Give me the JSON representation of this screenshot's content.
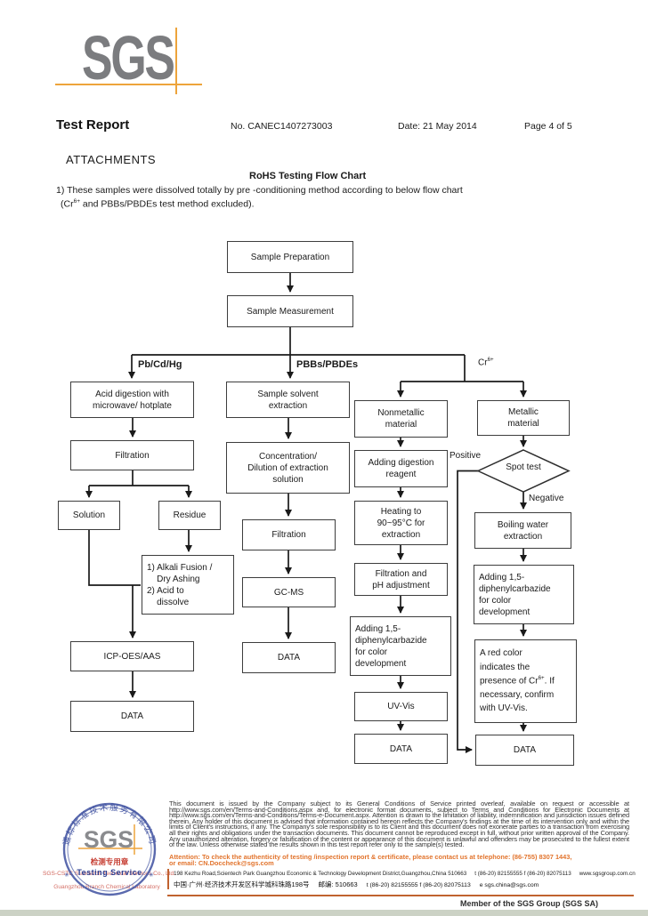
{
  "header": {
    "logo": "SGS",
    "title": "Test Report",
    "report_no": "No. CANEC1407273003",
    "date": "Date: 21 May 2014",
    "page": "Page 4 of 5"
  },
  "section": {
    "attachments": "ATTACHMENTS",
    "chart_title": "RoHS Testing Flow Chart",
    "note_line1": "1) These samples were dissolved totally by pre -conditioning method according to below flow chart",
    "note_line2_pre": "(Cr",
    "note_line2_sup": "6+",
    "note_line2_post": " and PBBs/PBDEs test method excluded)."
  },
  "flowchart": {
    "branch_left": "Pb/Cd/Hg",
    "branch_middle": "PBBs/PBDEs",
    "branch_right_pre": "Cr",
    "branch_right_sup": "6+",
    "positive": "Positive",
    "negative": "Negative",
    "nodes": {
      "sample_preparation": {
        "label": "Sample Preparation"
      },
      "sample_measurement": {
        "label": "Sample Measurement"
      },
      "acid_digestion": {
        "label": "Acid digestion with\nmicrowave/ hotplate"
      },
      "filtration_1": {
        "label": "Filtration"
      },
      "solution": {
        "label": "Solution"
      },
      "residue": {
        "label": "Residue"
      },
      "alkali_fusion": {
        "label": "1) Alkali Fusion /\n    Dry Ashing\n2) Acid to\n    dissolve"
      },
      "icp": {
        "label": "ICP-OES/AAS"
      },
      "data_icp": {
        "label": "DATA"
      },
      "solvent_extraction": {
        "label": "Sample solvent\nextraction"
      },
      "concentration": {
        "label": "Concentration/\nDilution of extraction\nsolution"
      },
      "filtration_2": {
        "label": "Filtration"
      },
      "gcms": {
        "label": "GC-MS"
      },
      "data_gcms": {
        "label": "DATA"
      },
      "nonmetallic": {
        "label": "Nonmetallic\nmaterial"
      },
      "metallic": {
        "label": "Metallic\nmaterial"
      },
      "adding_digestion": {
        "label": "Adding digestion\nreagent"
      },
      "spot_test": {
        "label": "Spot test"
      },
      "heating": {
        "label": "Heating to\n90~95°C for\nextraction"
      },
      "boiling_water": {
        "label": "Boiling water\nextraction"
      },
      "filtration_ph": {
        "label": "Filtration and\npH adjustment"
      },
      "carbazide_nonmetallic": {
        "label": "Adding 1,5-\ndiphenylcarbazide\nfor color\ndevelopment"
      },
      "carbazide_metallic": {
        "label": "Adding 1,5-\ndiphenylcarbazide\nfor color\ndevelopment"
      },
      "uv_vis": {
        "label": "UV-Vis"
      },
      "data_uvvis": {
        "label": "DATA"
      },
      "red_color": {
        "pre": "A red color\nindicates the\npresence of Cr",
        "sup": "6+",
        "post": ". If\nnecessary, confirm\nwith UV-Vis."
      },
      "data_metallic": {
        "label": "DATA"
      }
    }
  },
  "footer": {
    "legal": "This document is issued by the Company subject to its General Conditions of Service printed overleaf, available on request or accessible at http://www.sgs.com/en/Terms-and-Conditions.aspx and, for electronic format documents, subject to Terms and Conditions for Electronic Documents at http://www.sgs.com/en/Terms-and-Conditions/Terms-e-Document.aspx. Attention is drawn to the limitation of liability, indemnification and jurisdiction issues defined therein. Any holder of this document is advised that information contained hereon reflects the Company's findings at the time of its intervention only and within the limits of Client's instructions, if any. The Company's sole responsibility is to its Client and this document does not exonerate parties to a transaction from exercising all their rights and obligations under the transaction documents. This document cannot be reproduced except in full, without prior written approval of the Company. Any unauthorized alteration, forgery or falsification of the content or appearance of this document is unlawful and offenders may be prosecuted to the fullest extent of the law. Unless otherwise stated the results shown in this test report refer only to the sample(s) tested.",
    "attention_line1": "Attention: To check the authenticity of testing /inspection report & certificate, please contact us at telephone: (86-755) 8307 1443,",
    "attention_line2": "or email: CN.Doccheck@sgs.com",
    "address_en": "198 Kezhu Road,Scientech Park Guangzhou Economic & Technology Development District,Guangzhou,China 510663",
    "contact_en": "t (86-20) 82155555   f (86-20) 82075113",
    "web": "www.sgsgroup.com.cn",
    "address_cn": "中国·广州·经济技术开发区科学城科珠路198号",
    "postcode_cn": "邮编: 510663",
    "contact_cn": "t (86-20) 82155555   f (86-20) 82075113",
    "email": "e sgs.china@sgs.com",
    "member": "Member of the SGS Group (SGS SA)",
    "stamp": {
      "arc_text": "通标标准技术服务有限公司",
      "sgs": "SGS",
      "red_label": "检测专用章",
      "service": "Testing Service",
      "company_line1": "SGS-CSTC Standards Technical Services Co., Ltd.",
      "company_line2": "Guangzhou Branch Chemical Laboratory"
    }
  },
  "colors": {
    "accent_orange": "#eda43b",
    "rule_orange": "#c0622f",
    "attention_orange": "#e2742d",
    "logo_gray": "#7b7c7f",
    "stamp_blue": "#3f51a0",
    "stamp_red": "#c63e32"
  }
}
